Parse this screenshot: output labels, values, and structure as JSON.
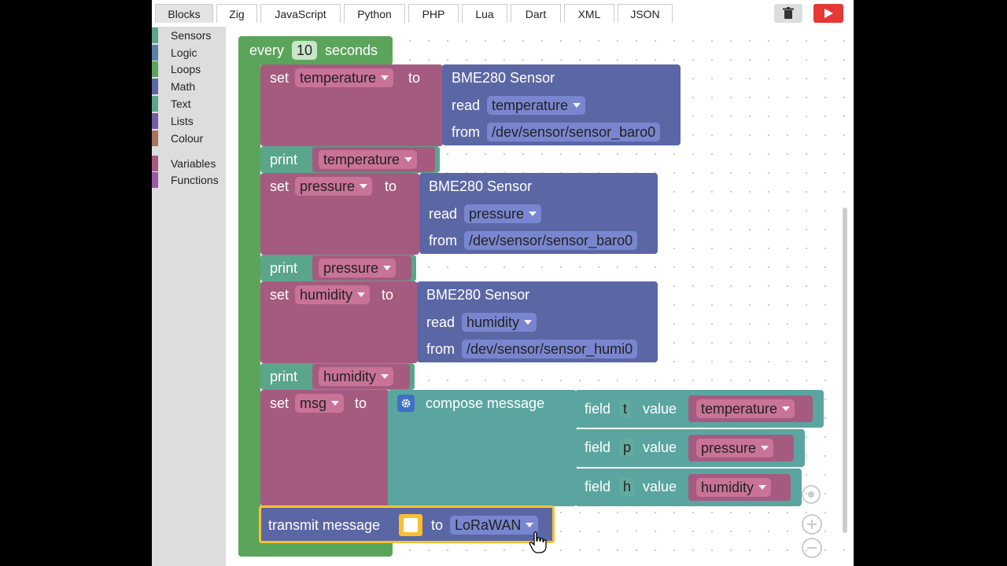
{
  "tabs": [
    "Blocks",
    "Zig",
    "JavaScript",
    "Python",
    "PHP",
    "Lua",
    "Dart",
    "XML",
    "JSON"
  ],
  "icons": {
    "trash": "trash-icon",
    "run": "play-icon",
    "settings": "gear-icon",
    "cursor": "hand-pointer-icon",
    "recenter": "crosshair-icon",
    "zoom_in": "plus-icon",
    "zoom_out": "minus-icon"
  },
  "colors": {
    "loop": "#5ba55b",
    "var": "#a55b80",
    "sensor": "#5b67a5",
    "text": "#5ba58c",
    "run": "#e53935",
    "highlight": "#fbc02d"
  },
  "toolbox": {
    "categories": [
      {
        "label": "Sensors",
        "color": "#5ba58c"
      },
      {
        "label": "Logic",
        "color": "#5b80a5"
      },
      {
        "label": "Loops",
        "color": "#5ba55b"
      },
      {
        "label": "Math",
        "color": "#5b67a5"
      },
      {
        "label": "Text",
        "color": "#5ba58c"
      },
      {
        "label": "Lists",
        "color": "#745ba5"
      },
      {
        "label": "Colour",
        "color": "#a5745b"
      },
      {
        "label": "Variables",
        "color": "#a55b80"
      },
      {
        "label": "Functions",
        "color": "#995ba5"
      }
    ]
  },
  "loop": {
    "every": "every",
    "interval": "10",
    "seconds": "seconds"
  },
  "kw": {
    "set": "set",
    "to": "to",
    "print": "print",
    "read": "read",
    "from": "from",
    "field": "field",
    "value": "value",
    "compose": "compose message",
    "transmit": "transmit message",
    "sensor": "BME280 Sensor"
  },
  "sets": [
    {
      "var": "temperature",
      "read": "temperature",
      "from": "/dev/sensor/sensor_baro0"
    },
    {
      "var": "pressure",
      "read": "pressure",
      "from": "/dev/sensor/sensor_baro0"
    },
    {
      "var": "humidity",
      "read": "humidity",
      "from": "/dev/sensor/sensor_humi0"
    }
  ],
  "msg": {
    "var": "msg",
    "fields": [
      {
        "key": "t",
        "value": "temperature"
      },
      {
        "key": "p",
        "value": "pressure"
      },
      {
        "key": "h",
        "value": "humidity"
      }
    ]
  },
  "transmit": {
    "target": "LoRaWAN"
  }
}
